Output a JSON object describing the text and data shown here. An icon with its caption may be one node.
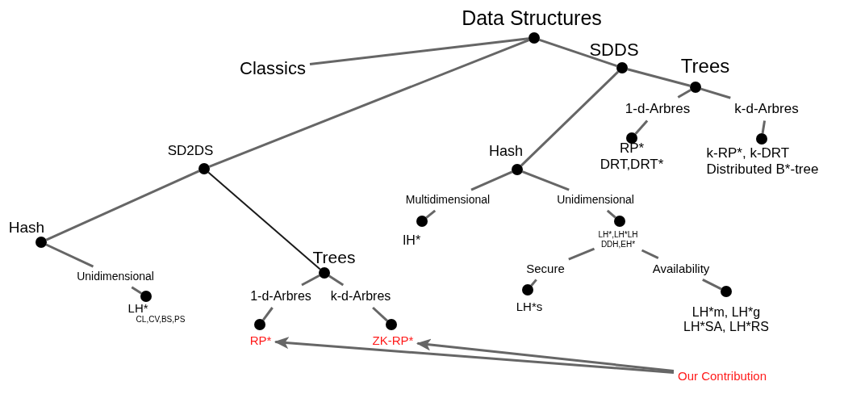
{
  "diagram": {
    "nodes": [
      {
        "text": [
          "Data Structures"
        ]
      },
      {
        "text": [],
        "shape": "circle"
      },
      {
        "text": [
          "Classics"
        ]
      },
      {
        "text": [
          "SDDS"
        ]
      },
      {
        "text": [],
        "shape": "circle"
      },
      {
        "text": [
          "Trees"
        ]
      },
      {
        "text": [],
        "shape": "circle"
      },
      {
        "text": [
          "1-d-Arbres"
        ]
      },
      {
        "text": [
          "k-d-Arbres"
        ]
      },
      {
        "text": [],
        "shape": "circle"
      },
      {
        "text": [
          "RP*",
          "DRT,DRT*"
        ]
      },
      {
        "text": [],
        "shape": "circle"
      },
      {
        "text": [
          "k-RP*, k-DRT",
          "Distributed B*-tree"
        ]
      },
      {
        "text": [
          "Hash"
        ]
      },
      {
        "text": [],
        "shape": "circle"
      },
      {
        "text": [
          "Multidimensional"
        ]
      },
      {
        "text": [],
        "shape": "circle"
      },
      {
        "text": [
          "IH*"
        ]
      },
      {
        "text": [
          "Unidimensional"
        ]
      },
      {
        "text": [],
        "shape": "circle"
      },
      {
        "text": [
          "LH*,LH*LH",
          "DDH,EH*"
        ]
      },
      {
        "text": [
          "Secure"
        ]
      },
      {
        "text": [],
        "shape": "circle"
      },
      {
        "text": [
          "LH*s"
        ]
      },
      {
        "text": [
          "Availability"
        ]
      },
      {
        "text": [],
        "shape": "circle"
      },
      {
        "text": [
          "LH*m, LH*g",
          "LH*SA, LH*RS"
        ]
      },
      {
        "text": [
          "SD2DS"
        ]
      },
      {
        "text": [],
        "shape": "circle"
      },
      {
        "text": [
          "Hash"
        ]
      },
      {
        "text": [],
        "shape": "circle"
      },
      {
        "text": [
          "Unidimensional"
        ]
      },
      {
        "text": [],
        "shape": "circle"
      },
      {
        "text": [
          "LH*",
          "CL,CV,BS,PS"
        ]
      },
      {
        "text": [
          "Trees"
        ]
      },
      {
        "text": [],
        "shape": "circle"
      },
      {
        "text": [
          "1-d-Arbres"
        ]
      },
      {
        "text": [
          "k-d-Arbres"
        ]
      },
      {
        "text": [],
        "shape": "circle"
      },
      {
        "text": [
          "RP*"
        ]
      },
      {
        "text": [],
        "shape": "circle"
      },
      {
        "text": [
          "ZK-RP*"
        ]
      },
      {
        "text": [
          "Our Contribution"
        ]
      }
    ],
    "edges": [
      {
        "from": 1,
        "to": 2,
        "arrow": "none"
      },
      {
        "from": 1,
        "to": 4,
        "arrow": "none"
      },
      {
        "from": 1,
        "to": 28,
        "arrow": "none"
      },
      {
        "from": 4,
        "to": 6,
        "arrow": "none"
      },
      {
        "from": 6,
        "to": 7,
        "arrow": "none"
      },
      {
        "from": 6,
        "to": 8,
        "arrow": "none"
      },
      {
        "from": 7,
        "to": 9,
        "arrow": "none"
      },
      {
        "from": 8,
        "to": 11,
        "arrow": "none"
      },
      {
        "from": 4,
        "to": 14,
        "arrow": "none"
      },
      {
        "from": 14,
        "to": 15,
        "arrow": "none"
      },
      {
        "from": 14,
        "to": 18,
        "arrow": "none"
      },
      {
        "from": 15,
        "to": 16,
        "arrow": "none"
      },
      {
        "from": 18,
        "to": 19,
        "arrow": "none"
      },
      {
        "from": 20,
        "to": 21,
        "arrow": "none"
      },
      {
        "from": 20,
        "to": 24,
        "arrow": "none"
      },
      {
        "from": 21,
        "to": 22,
        "arrow": "none"
      },
      {
        "from": 24,
        "to": 25,
        "arrow": "none"
      },
      {
        "from": 28,
        "to": 30,
        "arrow": "none"
      },
      {
        "from": 30,
        "to": 31,
        "arrow": "none"
      },
      {
        "from": 31,
        "to": 32,
        "arrow": "none"
      },
      {
        "from": 28,
        "to": 35,
        "arrow": "none",
        "color": "#1a1a1a"
      },
      {
        "from": 35,
        "to": 36,
        "arrow": "none"
      },
      {
        "from": 35,
        "to": 37,
        "arrow": "none"
      },
      {
        "from": 36,
        "to": 38,
        "arrow": "none"
      },
      {
        "from": 37,
        "to": 40,
        "arrow": "none"
      },
      {
        "from": 42,
        "to": 39,
        "arrow": "to"
      },
      {
        "from": 42,
        "to": 41,
        "arrow": "to"
      }
    ]
  }
}
